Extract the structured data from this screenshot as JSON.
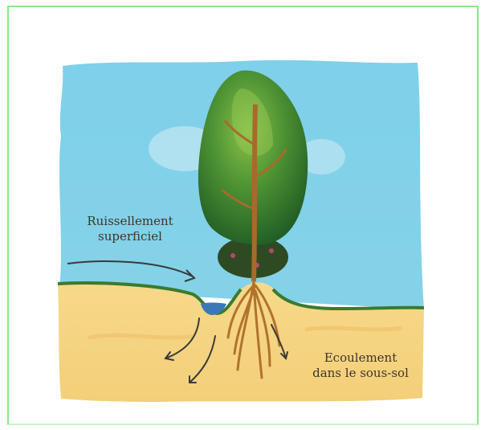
{
  "labels": {
    "runoff": {
      "line1": "Ruissellement",
      "line2": "superficiel"
    },
    "underground": {
      "line1": "Ecoulement",
      "line2": "dans le sous-sol"
    }
  },
  "colors": {
    "frame": "#8ee58e",
    "sky": "#7fcde8",
    "soil": "#f3d486",
    "grass": "#3c7a2c",
    "water": "#3a78b8",
    "foliage": "#3f8a2c",
    "roots": "#b0732e",
    "text": "#3e3528"
  }
}
